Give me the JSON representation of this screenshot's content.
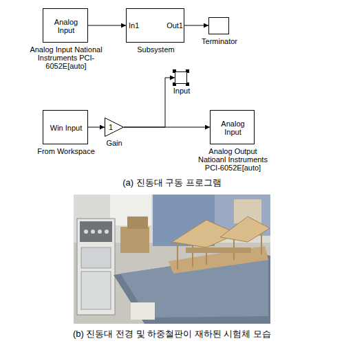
{
  "diagram": {
    "nodes": [
      {
        "text": [
          "Analog Input",
          "Analog Input National Instruments PCI-6052E[auto]"
        ]
      },
      {
        "text": [
          "In1",
          "Out1",
          "Subsystem"
        ]
      },
      {
        "text": [
          "Terminator"
        ]
      },
      {
        "text": [
          "Win Input",
          "From Workspace"
        ]
      },
      {
        "text": [
          "1",
          "Gain"
        ]
      },
      {
        "text": [
          "Input"
        ]
      },
      {
        "text": [
          "Analog Input",
          "Analog Output Natioanl Instruments PCI-6052E[auto]"
        ]
      }
    ],
    "edges": [
      {
        "from": 0,
        "to": 1,
        "arrow": "to"
      },
      {
        "from": 1,
        "to": 2,
        "arrow": "to"
      },
      {
        "from": 3,
        "to": 4,
        "arrow": "to"
      },
      {
        "from": 4,
        "to": 5,
        "arrow": "to"
      },
      {
        "from": 4,
        "to": 6,
        "arrow": "to"
      }
    ],
    "labels": [
      "(a) 진동대 구동 프로그램",
      "(b) 진동대 전경 및 하중철판이 재하된 시험체 모습"
    ]
  }
}
